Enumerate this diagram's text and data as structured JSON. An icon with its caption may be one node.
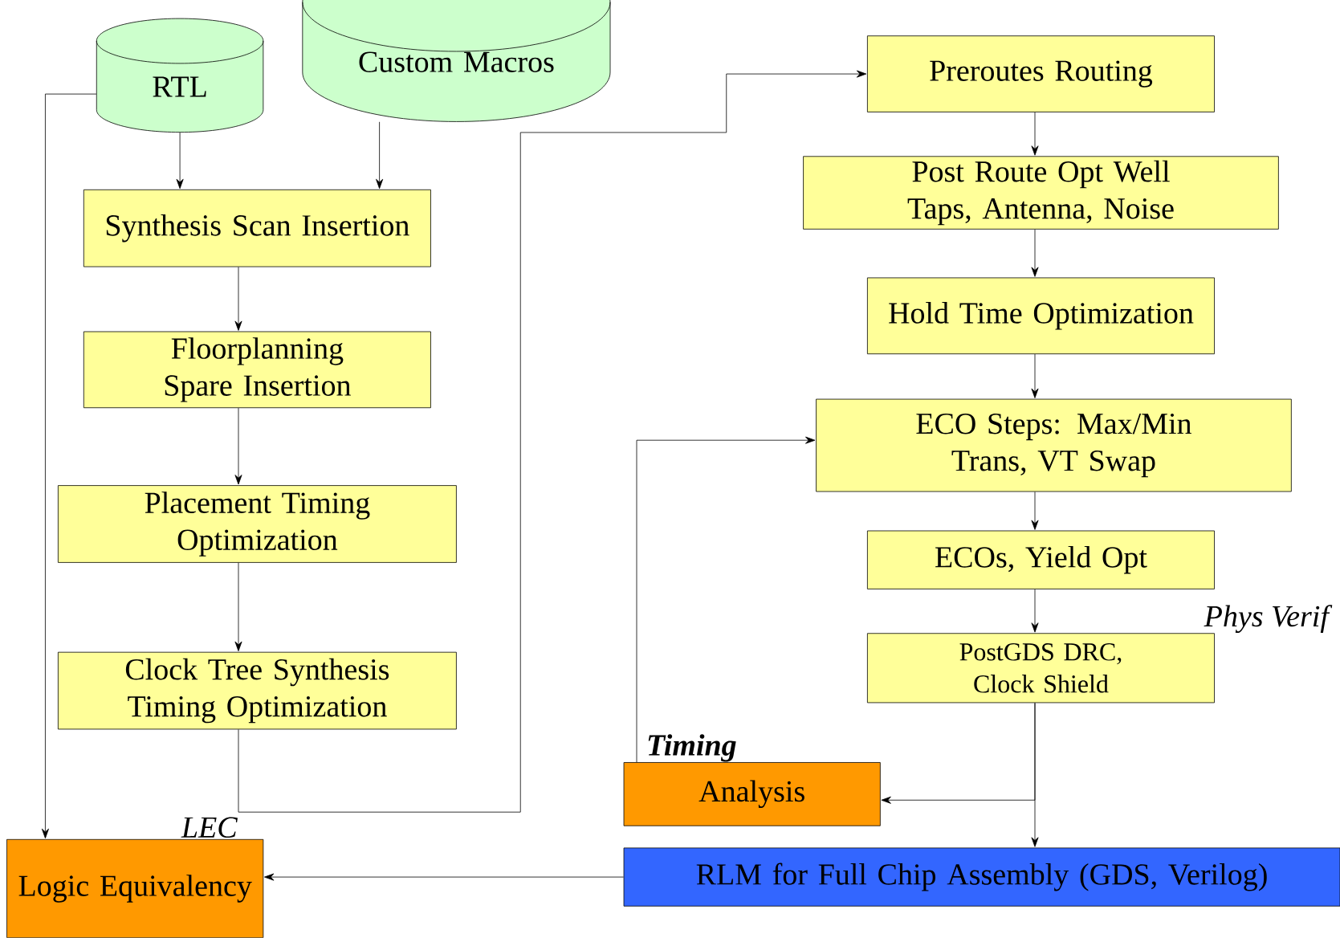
{
  "diagram": {
    "nodes": [
      {
        "text": [
          "RTL"
        ]
      },
      {
        "text": [
          "Custom Macros"
        ]
      },
      {
        "text": [
          "Synthesis Scan Insertion"
        ]
      },
      {
        "text": [
          "Floorplanning Spare Insertion"
        ]
      },
      {
        "text": [
          "Placement Timing Optimization"
        ]
      },
      {
        "text": [
          "Clock Tree Synthesis Timing Optimization"
        ]
      },
      {
        "text": [
          "Preroutes Routing"
        ]
      },
      {
        "text": [
          "Post Route Opt Well Taps, Antenna, Noise"
        ]
      },
      {
        "text": [
          "Hold Time Optimization"
        ]
      },
      {
        "text": [
          "ECO Steps: Max/Min Trans,  VT Swap"
        ]
      },
      {
        "text": [
          "ECOs, Yield Opt"
        ]
      },
      {
        "text": [
          "PostGDS DRC, Clock Shield"
        ],
        "beside": [
          "Phys Verif"
        ]
      },
      {
        "text": [
          "Analysis"
        ],
        "beside": [
          "Timing"
        ]
      },
      {
        "text": [
          "RLM for Full Chip Assembly (GDS, Verilog)"
        ]
      },
      {
        "text": [
          "Logic Equivalency"
        ],
        "beside": [
          "LEC"
        ]
      }
    ],
    "edges": [
      {
        "from": 0,
        "to": 2,
        "arrow": "to"
      },
      {
        "from": 1,
        "to": 2,
        "arrow": "to"
      },
      {
        "from": 0,
        "to": 14,
        "arrow": "to"
      },
      {
        "from": 2,
        "to": 3,
        "arrow": "to"
      },
      {
        "from": 3,
        "to": 4,
        "arrow": "to"
      },
      {
        "from": 4,
        "to": 5,
        "arrow": "to"
      },
      {
        "from": 5,
        "to": 6,
        "arrow": "to"
      },
      {
        "from": 6,
        "to": 7,
        "arrow": "to"
      },
      {
        "from": 7,
        "to": 8,
        "arrow": "to"
      },
      {
        "from": 8,
        "to": 9,
        "arrow": "to"
      },
      {
        "from": 9,
        "to": 10,
        "arrow": "to"
      },
      {
        "from": 10,
        "to": 11,
        "arrow": "to"
      },
      {
        "from": 11,
        "to": 13,
        "arrow": "to"
      },
      {
        "from": 11,
        "to": 12,
        "arrow": "to"
      },
      {
        "from": 12,
        "to": 9,
        "arrow": "to"
      },
      {
        "from": 13,
        "to": 14,
        "arrow": "to"
      }
    ]
  }
}
